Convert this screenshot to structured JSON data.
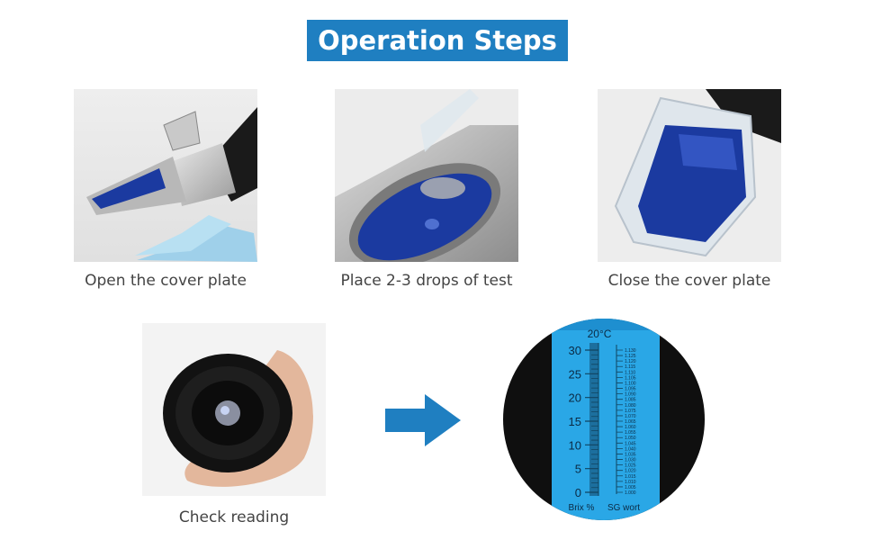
{
  "title": "Operation Steps",
  "steps": [
    {
      "caption": "Open the cover plate"
    },
    {
      "caption": "Place 2-3 drops of test"
    },
    {
      "caption": "Close the cover plate"
    },
    {
      "caption": "Check reading"
    }
  ],
  "arrow": {
    "color": "#1f7fc1"
  },
  "scale": {
    "temperature": "20°C",
    "brix_label": "Brix %",
    "sg_label": "SG wort",
    "brix_ticks": [
      "30",
      "25",
      "20",
      "15",
      "10",
      "5",
      "0"
    ],
    "sg_ticks": [
      "1.130",
      "1.125",
      "1.120",
      "1.115",
      "1.110",
      "1.105",
      "1.100",
      "1.095",
      "1.090",
      "1.085",
      "1.080",
      "1.075",
      "1.070",
      "1.065",
      "1.060",
      "1.055",
      "1.050",
      "1.045",
      "1.040",
      "1.035",
      "1.030",
      "1.025",
      "1.020",
      "1.015",
      "1.010",
      "1.005",
      "1.000"
    ]
  },
  "colors": {
    "accent": "#1f7fc1",
    "scale_blue": "#2aa7e6",
    "prism_blue": "#1b3aa0"
  }
}
